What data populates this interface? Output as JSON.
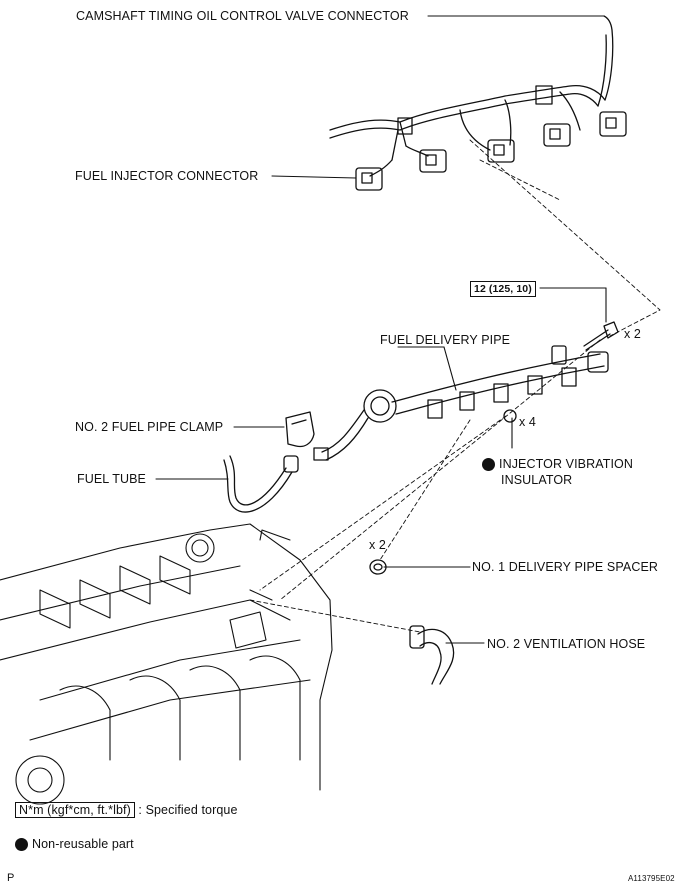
{
  "labels": {
    "camshaft_connector": "CAMSHAFT TIMING OIL CONTROL VALVE CONNECTOR",
    "fuel_injector_connector": "FUEL INJECTOR CONNECTOR",
    "torque_spec": "12 (125, 10)",
    "bolt_qty": "x 2",
    "fuel_delivery_pipe": "FUEL DELIVERY PIPE",
    "fuel_pipe_clamp": "NO. 2 FUEL PIPE CLAMP",
    "insulator_qty": "x 4",
    "fuel_tube": "FUEL TUBE",
    "injector_vibration_insulator_1": "INJECTOR VIBRATION",
    "injector_vibration_insulator_2": "INSULATOR",
    "spacer_qty": "x 2",
    "delivery_pipe_spacer": "NO. 1 DELIVERY PIPE SPACER",
    "ventilation_hose": "NO. 2 VENTILATION HOSE"
  },
  "legend": {
    "torque_units": "N*m (kgf*cm, ft.*lbf)",
    "torque_desc": ": Specified torque",
    "non_reusable": "Non-reusable part"
  },
  "footer": {
    "left_mark": "P",
    "figure_id": "A113795E02"
  },
  "colors": {
    "ink": "#111111",
    "background": "#ffffff"
  }
}
